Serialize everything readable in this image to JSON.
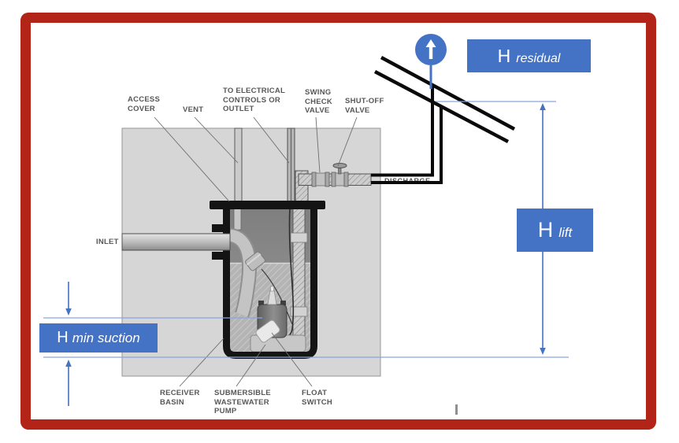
{
  "frame": {
    "border_color": "#B22418",
    "background": "#FFFFFF"
  },
  "labels": {
    "access_cover": {
      "text": "ACCESS\nCOVER"
    },
    "vent": {
      "text": "VENT"
    },
    "electrical": {
      "text": "TO ELECTRICAL\nCONTROLS OR\nOUTLET"
    },
    "swing_check_valve": {
      "text": "SWING\nCHECK\nVALVE"
    },
    "shut_off_valve": {
      "text": "SHUT-OFF\nVALVE"
    },
    "inlet": {
      "text": "INLET"
    },
    "receiver_basin": {
      "text": "RECEIVER\nBASIN"
    },
    "submersible_pump": {
      "text": "SUBMERSIBLE\nWASTEWATER\nPUMP"
    },
    "float_switch": {
      "text": "FLOAT\nSWITCH"
    },
    "discharge": {
      "text": "DISCHARGE"
    }
  },
  "annotations": {
    "h_residual": {
      "symbol": "H",
      "subscript": "residual"
    },
    "h_lift": {
      "symbol": "H",
      "subscript": "lift"
    },
    "h_min_suction": {
      "symbol": "H",
      "subscript": "min suction"
    }
  },
  "icons": {
    "pressure_gauge": "up-arrow"
  },
  "colors": {
    "annotation_box_blue": "#4472C4",
    "dimension_line_blue": "#8AA7DC",
    "frame_red": "#B22418",
    "label_gray": "#575757",
    "ground_gray": "#D6D6D6"
  }
}
